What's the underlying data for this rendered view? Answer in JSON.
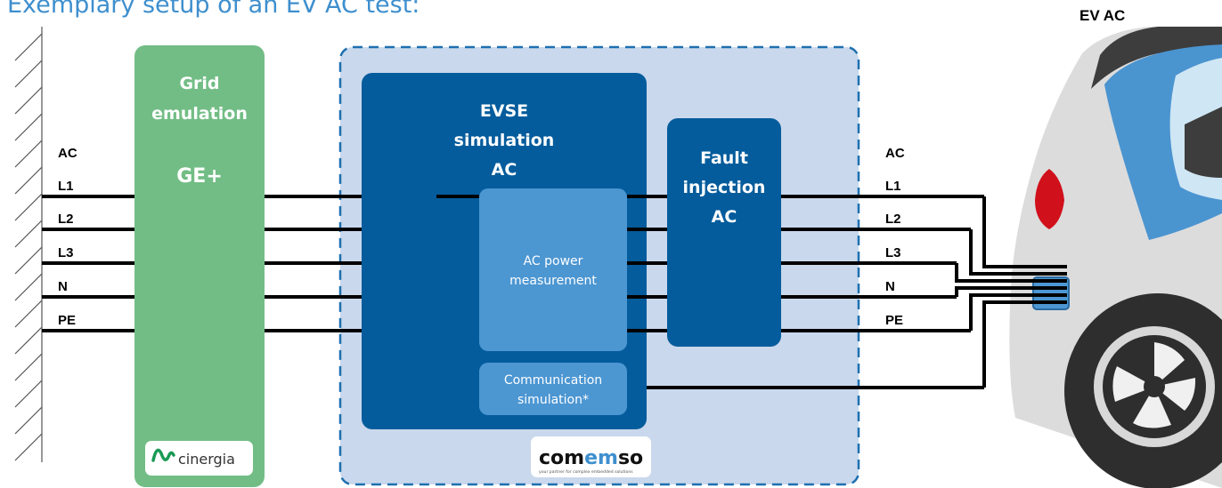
{
  "title": "Exemplary setup of an EV AC test:",
  "ev_label": "EV AC",
  "grid": {
    "title_line1": "Grid",
    "title_line2": "emulation",
    "product": "GE+",
    "logo_text": "cinergia"
  },
  "evse": {
    "line1": "EVSE",
    "line2": "simulation",
    "line3": "AC",
    "power_line1": "AC power",
    "power_line2": "measurement",
    "comm_line1": "Communication",
    "comm_line2": "simulation*"
  },
  "fault": {
    "line1": "Fault",
    "line2": "injection",
    "line3": "AC"
  },
  "comemso": {
    "logo_com": "com",
    "logo_em": "em",
    "logo_so": "so",
    "tagline": "your partner for complex embedded solutions"
  },
  "wire_labels_left": [
    "AC",
    "L1",
    "L2",
    "L3",
    "N",
    "PE"
  ],
  "wire_labels_right": [
    "AC",
    "L1",
    "L2",
    "L3",
    "N",
    "PE"
  ],
  "colors": {
    "grid_green": "#72bd85",
    "evse_blue": "#045c9c",
    "light_blue": "#4c96d2",
    "dashed_area": "#c9d8ec",
    "title_blue": "#3e8fce"
  }
}
